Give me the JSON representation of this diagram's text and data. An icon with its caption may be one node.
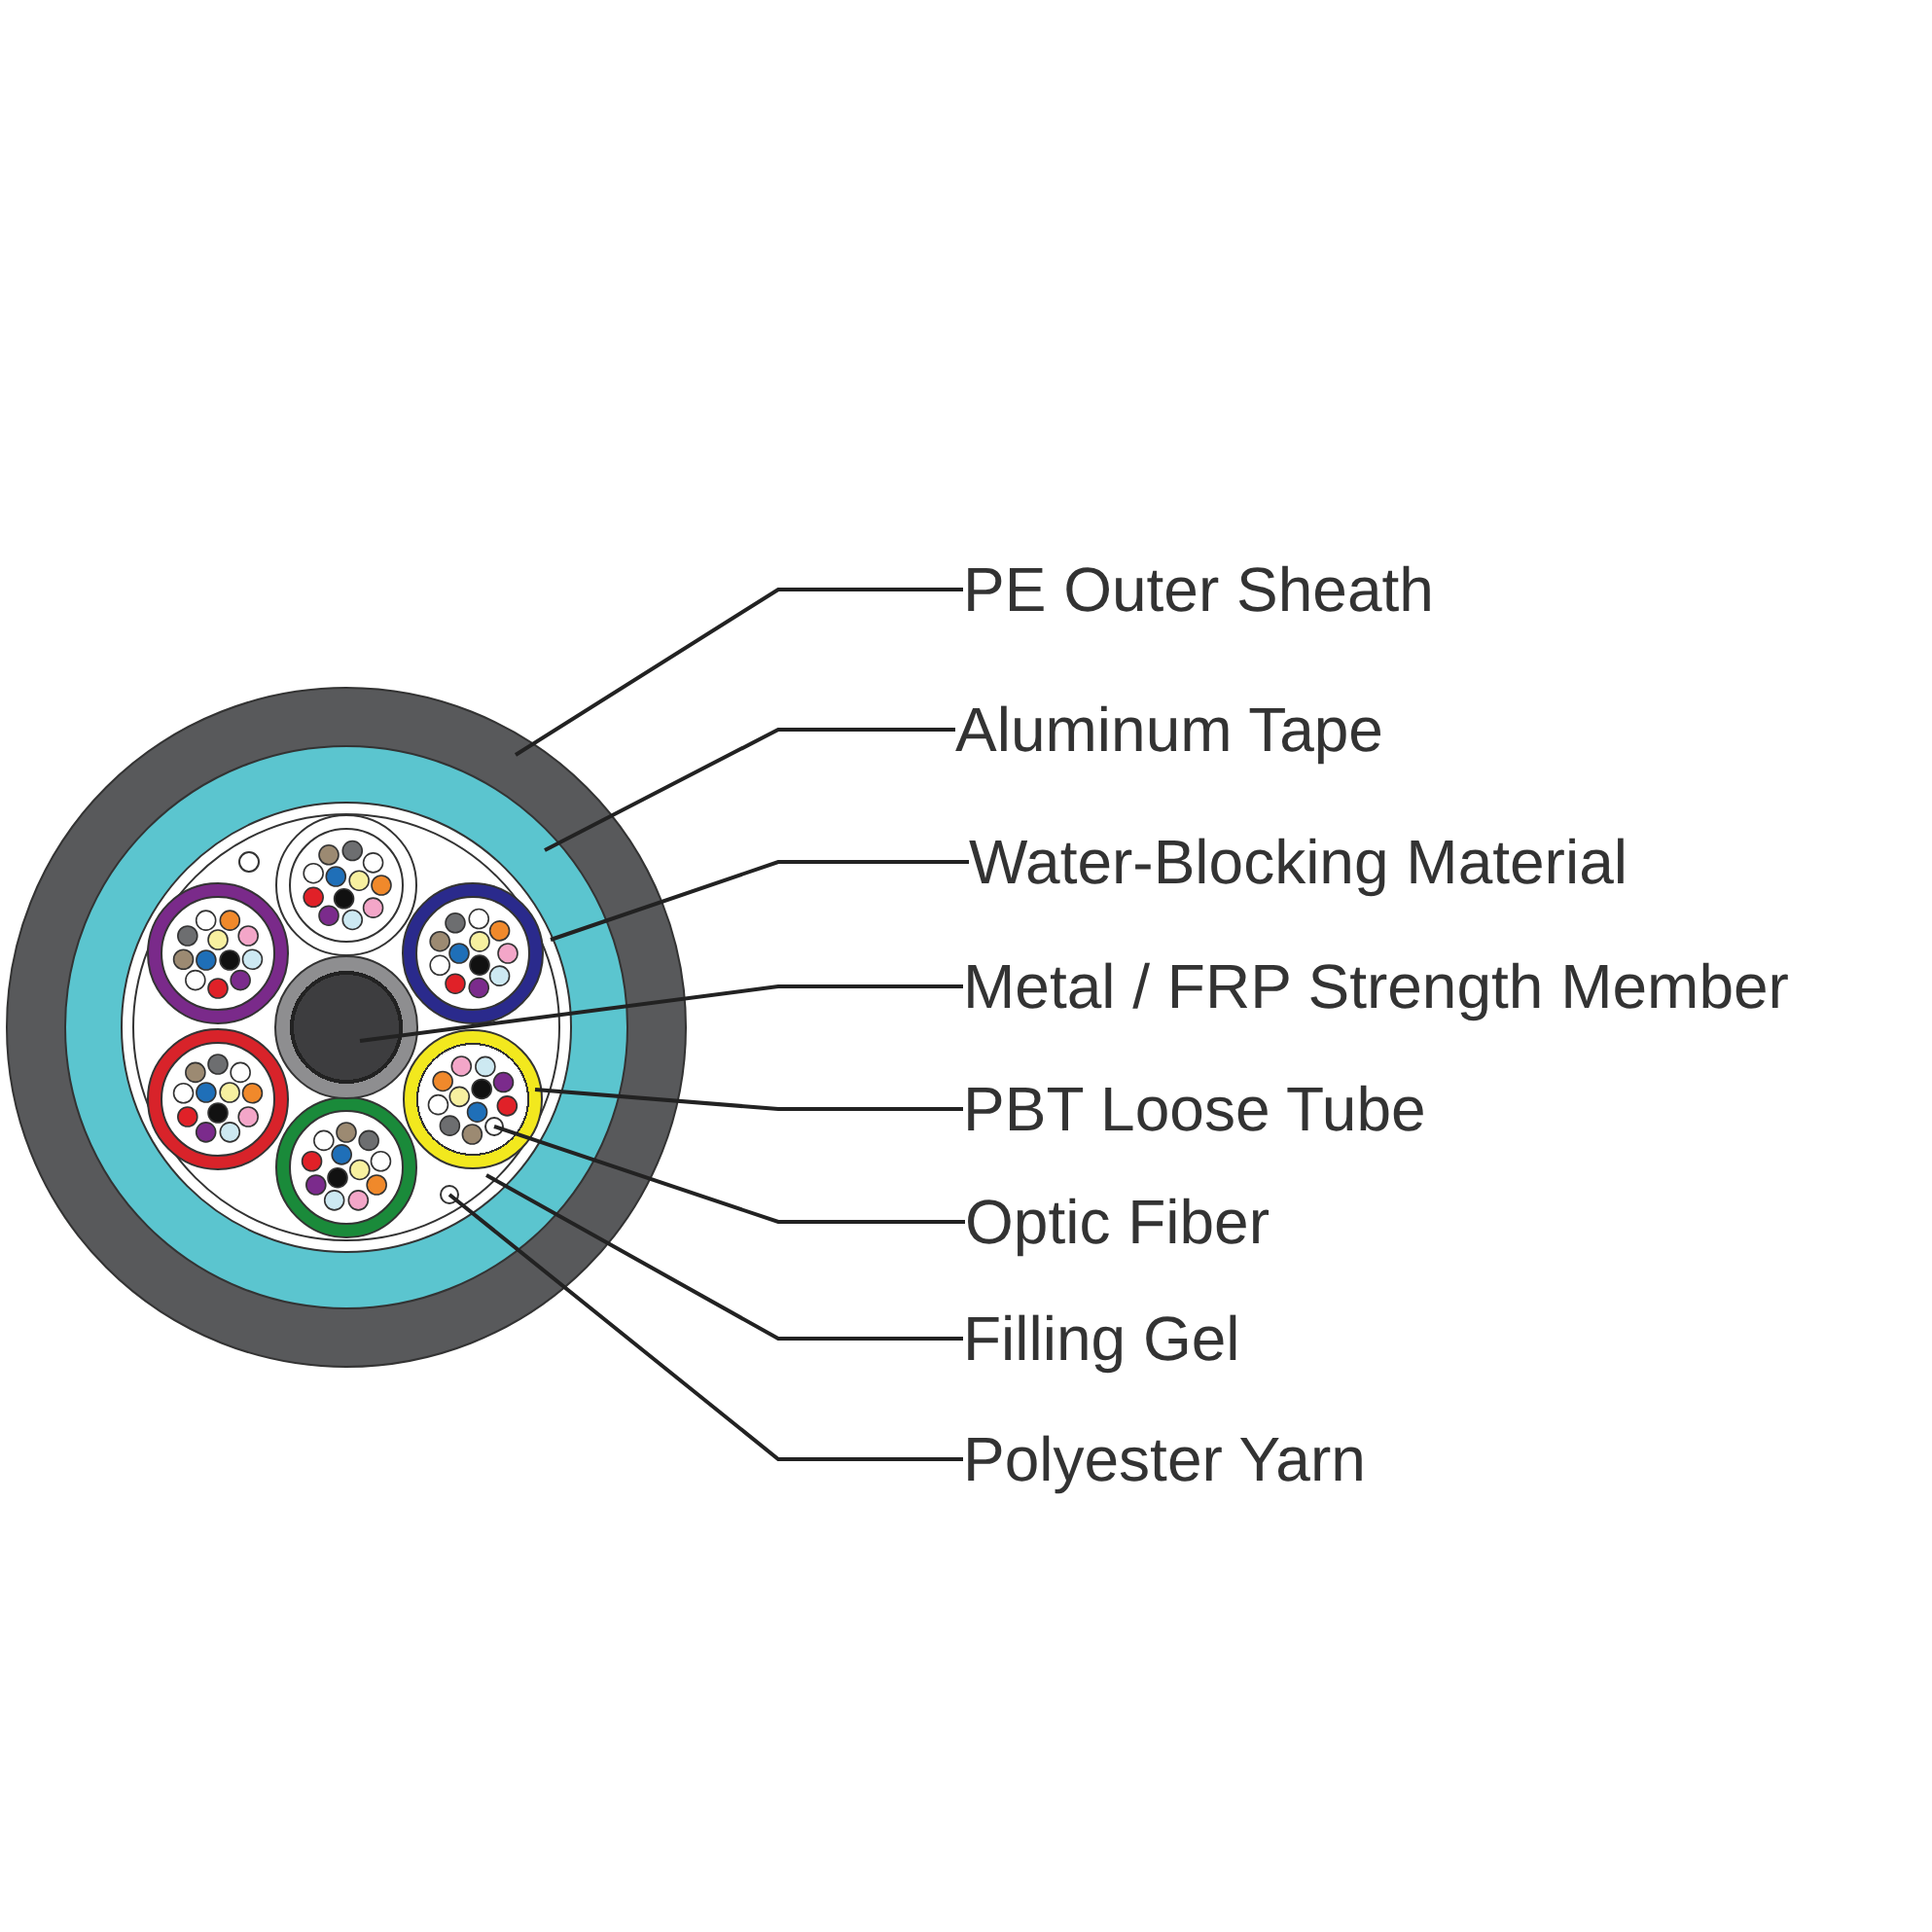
{
  "diagram": {
    "nodes": [
      {
        "text": [
          "PE Outer Sheath"
        ]
      },
      {
        "text": [
          "Aluminum Tape"
        ]
      },
      {
        "text": [
          "Water-Blocking Material"
        ]
      },
      {
        "text": [
          "Metal / FRP Strength Member"
        ]
      },
      {
        "text": [
          "PBT Loose Tube"
        ]
      },
      {
        "text": [
          "Optic Fiber"
        ]
      },
      {
        "text": [
          "Filling Gel"
        ]
      },
      {
        "text": [
          "Polyester Yarn"
        ]
      },
      {
        "text": [],
        "shape": "circle"
      },
      {
        "text": [],
        "shape": "circle",
        "in": 8
      },
      {
        "text": [],
        "shape": "circle",
        "in": 9
      },
      {
        "text": [],
        "shape": "circle",
        "in": 10
      },
      {
        "text": [],
        "shape": "circle",
        "in": 11
      },
      {
        "text": [],
        "shape": "circle",
        "in": 11
      },
      {
        "text": [],
        "shape": "circle",
        "in": 13
      },
      {
        "text": [],
        "shape": "circle",
        "in": 11
      }
    ],
    "edges": [
      {
        "from": 0,
        "to": 8,
        "arrow": "none"
      },
      {
        "from": 1,
        "to": 9,
        "arrow": "none"
      },
      {
        "from": 2,
        "to": 10,
        "arrow": "none"
      },
      {
        "from": 3,
        "to": 12,
        "arrow": "none"
      },
      {
        "from": 4,
        "to": 13,
        "arrow": "none"
      },
      {
        "from": 5,
        "to": 14,
        "arrow": "none"
      },
      {
        "from": 6,
        "to": 11,
        "arrow": "none"
      },
      {
        "from": 7,
        "to": 15,
        "arrow": "none"
      }
    ]
  }
}
